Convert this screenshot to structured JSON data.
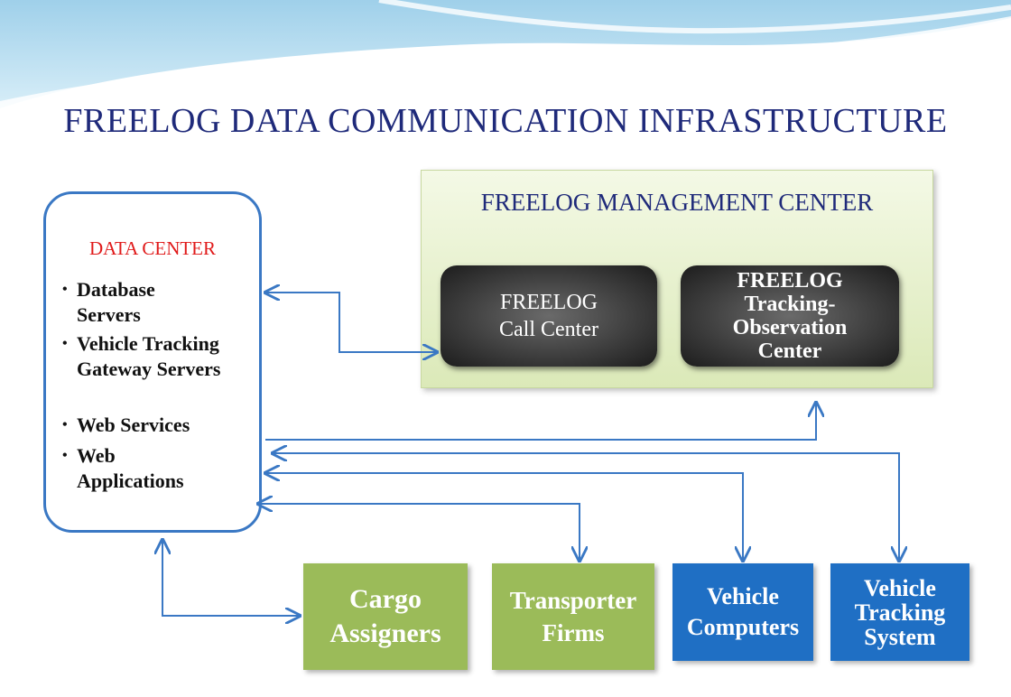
{
  "title": "FREELOG DATA COMMUNICATION INFRASTRUCTURE",
  "data_center": {
    "title": "DATA CENTER",
    "items": [
      "Database\nServers",
      "Vehicle Tracking\nGateway Servers",
      "Web Services",
      "Web\nApplications"
    ]
  },
  "management_center": {
    "title": "FREELOG MANAGEMENT CENTER",
    "call_center": "FREELOG\nCall Center",
    "tracking_center": "FREELOG\nTracking-\nObservation\nCenter"
  },
  "bottom": {
    "cargo": "Cargo\nAssigners",
    "transporter": "Transporter\nFirms",
    "vehicle_computers": "Vehicle\nComputers",
    "vehicle_tracking": "Vehicle\nTracking\nSystem"
  },
  "colors": {
    "title": "#1f2a7a",
    "data_center_title": "#e01a1a",
    "connector": "#3a78c4",
    "green_box": "#9bbb59",
    "blue_box": "#1f6fc4"
  }
}
